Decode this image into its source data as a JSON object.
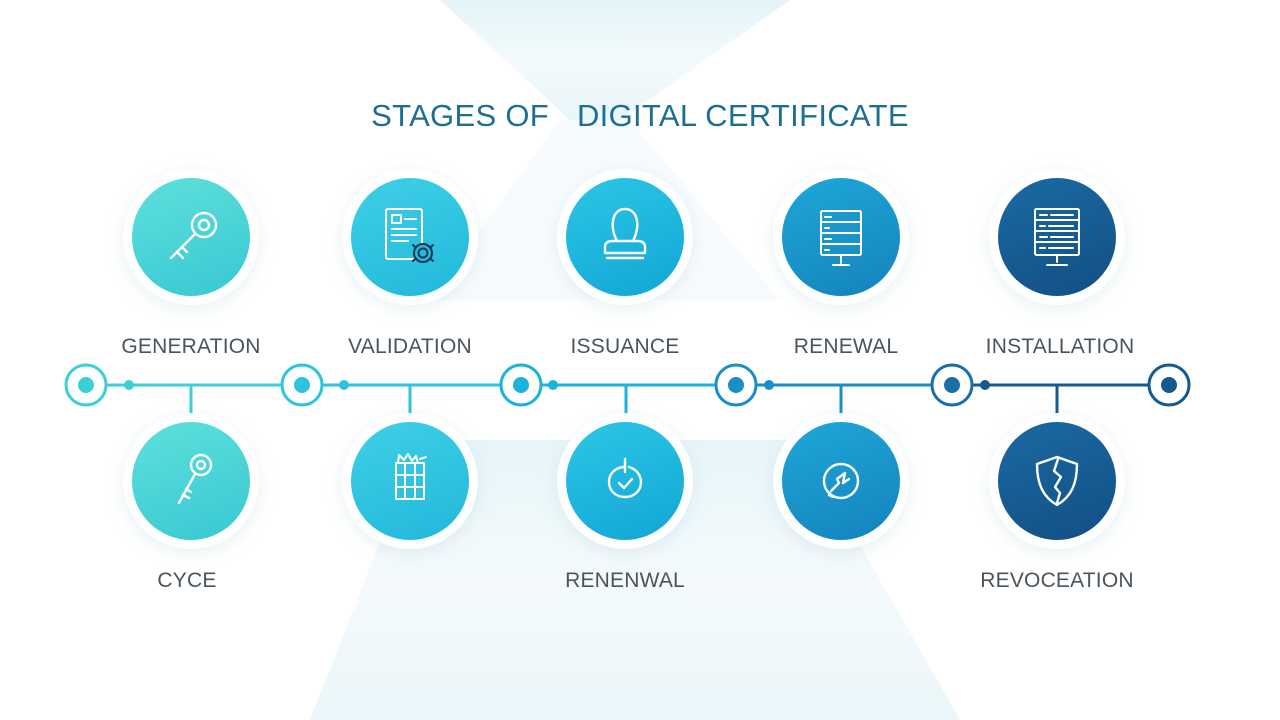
{
  "title": {
    "part1": "STAGES OF",
    "part2": "DIGITAL CERTIFICATE"
  },
  "top_stages": [
    {
      "label": "GENERATION",
      "icon": "key-icon",
      "color": "#44d2d4"
    },
    {
      "label": "VALIDATION",
      "icon": "document-seal-icon",
      "color": "#2ec3df"
    },
    {
      "label": "ISSUANCE",
      "icon": "stamp-icon",
      "color": "#1bb3dc"
    },
    {
      "label": "RENEWAL",
      "icon": "server-list-icon",
      "color": "#1a8fc6"
    },
    {
      "label": "INSTALLATION",
      "icon": "server-rack-icon",
      "color": "#14598f"
    }
  ],
  "bottom_stages": [
    {
      "label": "CYCE",
      "icon": "key-icon",
      "color": "#44d2d4"
    },
    {
      "label": "",
      "icon": "grid-document-icon",
      "color": "#2ec3df"
    },
    {
      "label": "RENENWAL",
      "icon": "check-circle-icon",
      "color": "#1bb3dc"
    },
    {
      "label": "",
      "icon": "broken-circle-icon",
      "color": "#1a8fc6"
    },
    {
      "label": "REVOCEATION",
      "icon": "broken-shield-icon",
      "color": "#14598f"
    }
  ],
  "timeline_colors": [
    "#3ccfd6",
    "#2ec3df",
    "#1bb3dc",
    "#1a8fc6",
    "#1b6fa6",
    "#14598f"
  ]
}
